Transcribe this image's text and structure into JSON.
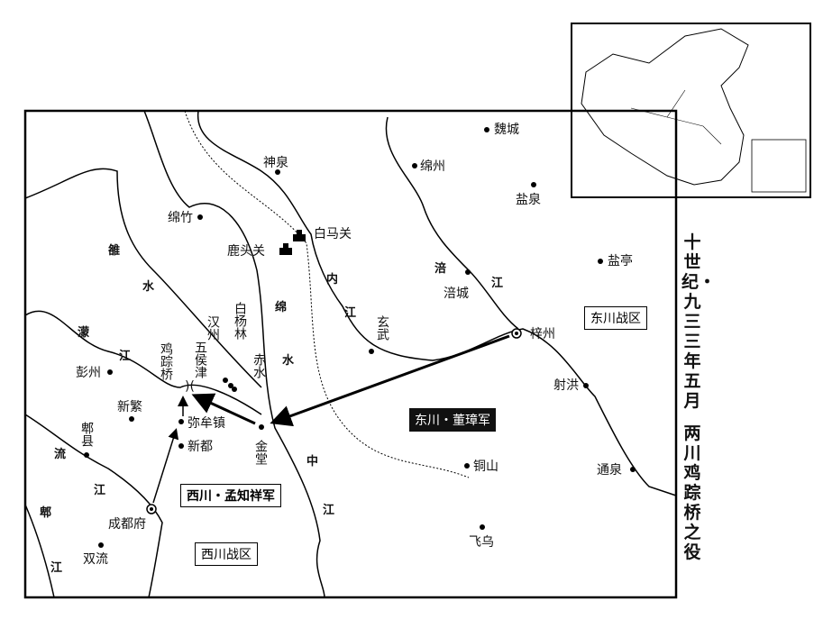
{
  "title": {
    "line1": "十世纪・九三三年五月",
    "line2": "两川鸡踪桥之役"
  },
  "places": {
    "shenquan": "神泉",
    "weicheng": "魏城",
    "mianzhou": "绵州",
    "yanquan": "盐泉",
    "mianzhu": "绵竹",
    "baimaguan": "白马关",
    "lutouguan": "鹿头关",
    "yanting": "盐亭",
    "fucheng": "涪城",
    "hanzhou": "汉州",
    "baiyanglin": "白杨林",
    "wuhoujin": "五侯津",
    "jizongqiao": "鸡踪桥",
    "chishui": "赤水",
    "xuanwu": "玄武",
    "zizhou": "梓州",
    "pengzhou": "彭州",
    "xinfan": "新繁",
    "mimouzhen": "弥牟镇",
    "xindu": "新都",
    "jintang": "金堂",
    "pixian": "郫县",
    "chengdufu": "成都府",
    "shuangliu": "双流",
    "shehong": "射洪",
    "tongshan": "铜山",
    "tongquan": "通泉",
    "feiwu": "飞乌"
  },
  "rivers": {
    "luoshui": [
      "雒",
      "水"
    ],
    "mianshui": [
      "绵",
      "水"
    ],
    "neijiang": [
      "内",
      "江"
    ],
    "fujiang": [
      "涪",
      "江"
    ],
    "mengjiang": [
      "濛",
      "江"
    ],
    "liujiang": [
      "流",
      "江"
    ],
    "pijiang": [
      "郫",
      "江"
    ],
    "zhongjiang": [
      "中",
      "江"
    ]
  },
  "zones": {
    "east": "东川战区",
    "west": "西川战区"
  },
  "armies": {
    "east": "东川・董璋军",
    "west": "西川・孟知祥军"
  }
}
